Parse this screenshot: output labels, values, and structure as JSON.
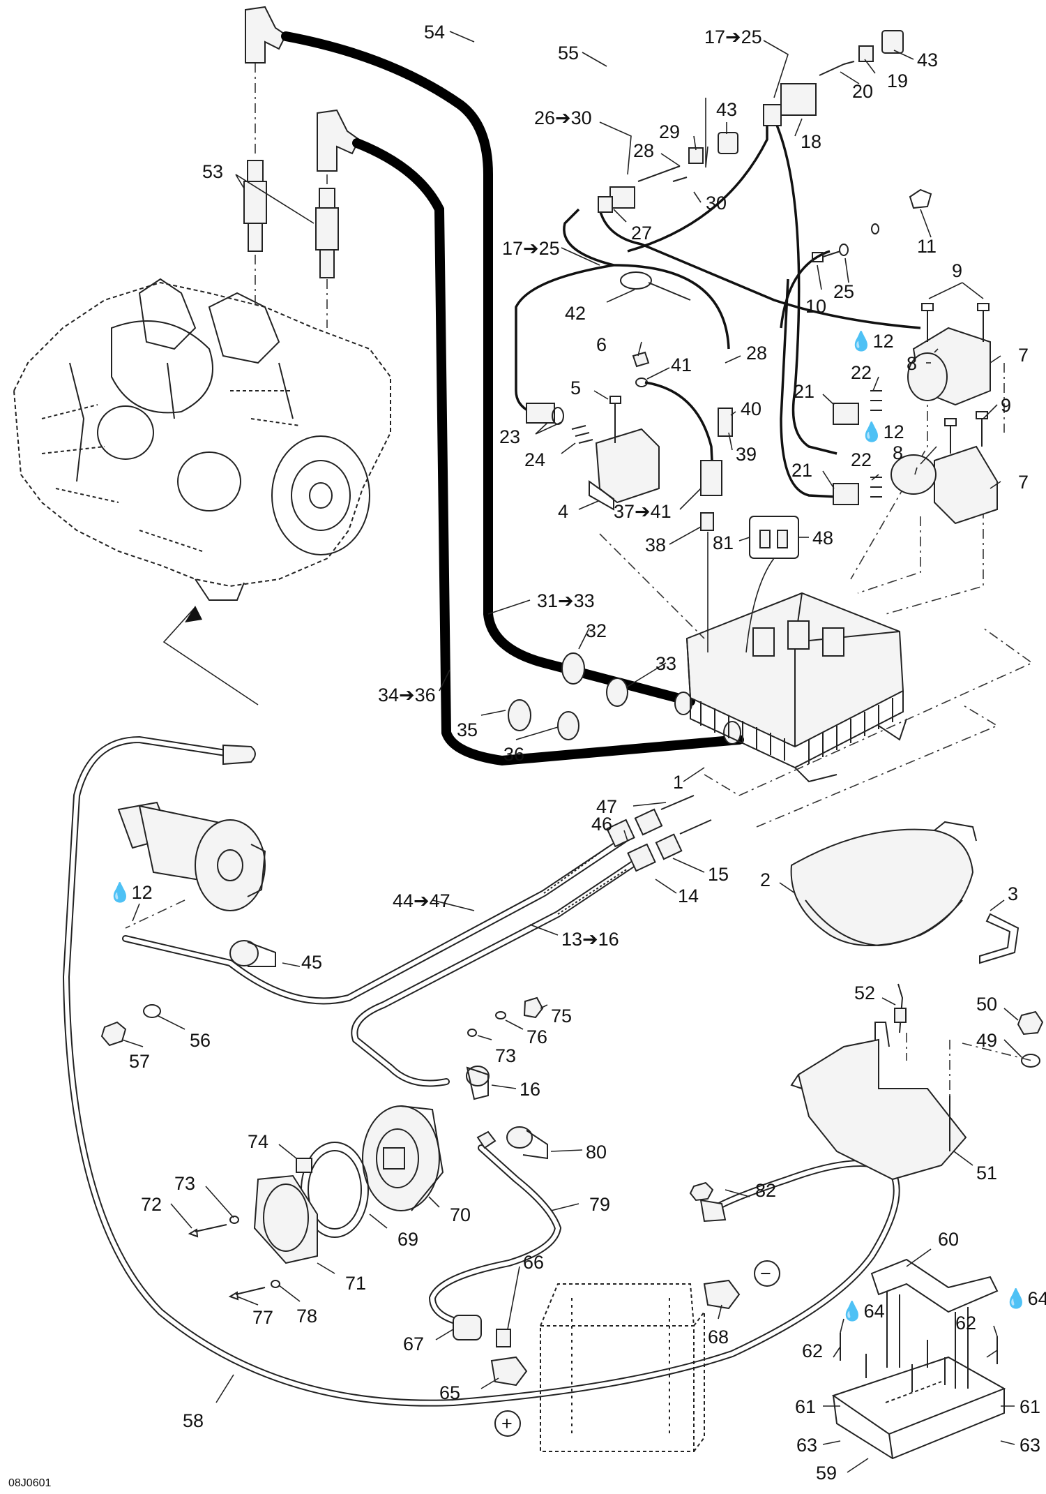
{
  "figure_code": "08J0601",
  "callouts": {
    "c54": "54",
    "c55": "55",
    "c17_25a": "17➔25",
    "c43a": "43",
    "c19": "19",
    "c20": "20",
    "c18": "18",
    "c43b": "43",
    "c26_30": "26➔30",
    "c29": "29",
    "c28a": "28",
    "c30": "30",
    "c27": "27",
    "c53": "53",
    "c17_25b": "17➔25",
    "c11": "11",
    "c25": "25",
    "c10": "10",
    "c9a": "9",
    "c42": "42",
    "c12a": "💧12",
    "c7a": "7",
    "c8a": "8",
    "c6": "6",
    "c41": "41",
    "c28b": "28",
    "c22a": "22",
    "c5": "5",
    "c21a": "21",
    "c9b": "9",
    "c40": "40",
    "c23": "23",
    "c12b": "💧12",
    "c8b": "8",
    "c24": "24",
    "c39": "39",
    "c22b": "22",
    "c21b": "21",
    "c7b": "7",
    "c4": "4",
    "c37_41": "37➔41",
    "c38": "38",
    "c81": "81",
    "c48": "48",
    "c31_33": "31➔33",
    "c32": "32",
    "c33": "33",
    "c34_36": "34➔36",
    "c35": "35",
    "c36": "36",
    "c1": "1",
    "c47": "47",
    "c46": "46",
    "c15": "15",
    "c14": "14",
    "c2": "2",
    "c3": "3",
    "c12c": "💧12",
    "c44_47": "44➔47",
    "c13_16": "13➔16",
    "c45": "45",
    "c52": "52",
    "c50": "50",
    "c49": "49",
    "c75": "75",
    "c76": "76",
    "c73a": "73",
    "c56": "56",
    "c57": "57",
    "c16": "16",
    "c51": "51",
    "c74": "74",
    "c80": "80",
    "c73b": "73",
    "c72": "72",
    "c70": "70",
    "c69": "69",
    "c79": "79",
    "c82": "82",
    "c60": "60",
    "c71": "71",
    "c66": "66",
    "c78": "78",
    "c77": "77",
    "c64a": "💧64",
    "c64b": "💧64",
    "c62a": "62",
    "c62b": "62",
    "c67": "67",
    "c68": "68",
    "c65": "65",
    "c61a": "61",
    "c61b": "61",
    "c58": "58",
    "c63a": "63",
    "c63b": "63",
    "c59": "59",
    "plus": "+",
    "minus": "−"
  }
}
